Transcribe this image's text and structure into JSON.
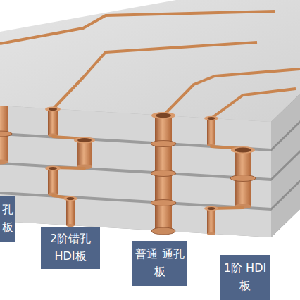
{
  "diagram": {
    "nodes": [
      {
        "text": [
          "孔 板"
        ]
      },
      {
        "text": [
          "2阶错孔 HDI板"
        ]
      },
      {
        "text": [
          "普通 通孔板"
        ]
      },
      {
        "text": [
          "1阶 HDI板"
        ]
      }
    ]
  }
}
